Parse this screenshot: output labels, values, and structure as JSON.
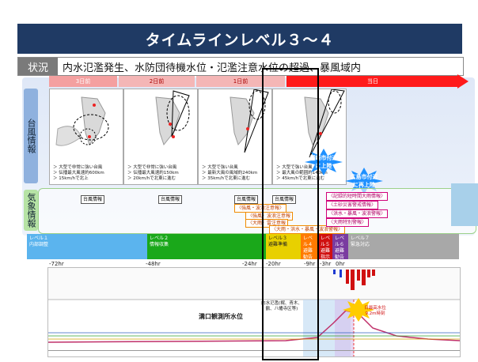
{
  "title": "タイムラインレベル３～４",
  "status": {
    "label": "状況",
    "text": "内水氾濫発生、水防団待機水位・氾濫注意水位の超過、暴風域内"
  },
  "timeline": [
    {
      "label": "3日前",
      "color": "#f4b6b6"
    },
    {
      "label": "2日前",
      "color": "#f4b6b6"
    },
    {
      "label": "1日前",
      "color": "#f4b6b6"
    },
    {
      "label": "当日",
      "color": "#ff1a1a"
    }
  ],
  "sidebar": {
    "typhoon": "台風情報",
    "weather": "気象情報"
  },
  "panels": [
    {
      "notes": [
        "＞ 大型で非常に強い台風",
        "＞ 伝播最大風速約600km",
        "＞ 15km/hで北上"
      ]
    },
    {
      "notes": [
        "＞ 大型で非常に強い台風",
        "＞ 伝播最大風速約150km",
        "＞ 20km/hで北東に進む"
      ]
    },
    {
      "notes": [
        "＞ 大型で強い台風",
        "＞ 最新大風の風域約240km",
        "＞ 35km/hで北東に進む"
      ]
    },
    {
      "notes": [
        "＞ 大型で強い台風",
        "＞ 最大風の範囲約140km",
        "＞ 45km/hで北東に進む"
      ]
    }
  ],
  "bursts": [
    {
      "text": "種崎市付近に上陸",
      "color": "#1e90ff"
    },
    {
      "text": "広島市付近に再上陸",
      "color": "#1e90ff"
    }
  ],
  "weather_chips": {
    "jiho": "台風情報",
    "orange": [
      "〈強風・波浪注意報〉",
      "〈強風〉波浪注意報",
      "〈大雨〉雷注意報",
      "〈大雨・洪水・暴風・波浪警報〉"
    ],
    "magenta": [
      "〈記録的短時間大雨情報〉",
      "〈土砂災害警戒情報〉",
      "〈洪水・暴風・波浪警報〉",
      "〈大雨特別警報〉"
    ]
  },
  "levels": [
    {
      "name": "レベル１",
      "sub": "内部調整",
      "color": "#4fa8e8"
    },
    {
      "name": "レベル２",
      "sub": "情報収集",
      "color": "#1aa81a"
    },
    {
      "name": "レベル３",
      "sub": "避難準備",
      "color": "#e8d000"
    },
    {
      "name": "レベル４",
      "sub": "避難勧告",
      "color": "#ff7a00"
    },
    {
      "name": "レベル５",
      "sub": "避難指示",
      "color": "#d01010"
    },
    {
      "name": "レベル６",
      "sub": "避難勧告",
      "color": "#7a3ca0"
    },
    {
      "name": "レベル７",
      "sub": "緊急対応",
      "color": "#a0a0a0"
    }
  ],
  "ticks": [
    "-72hr",
    "-48hr",
    "-24hr",
    "-20hr",
    "-9hr",
    "-3hr",
    "0hr"
  ],
  "chart": {
    "title": "溝口観測所水位",
    "note": "内水氾濫(梶、青木、鶴、八幡寺区等)",
    "peak_note": "日最高水位9.2m時刻"
  }
}
